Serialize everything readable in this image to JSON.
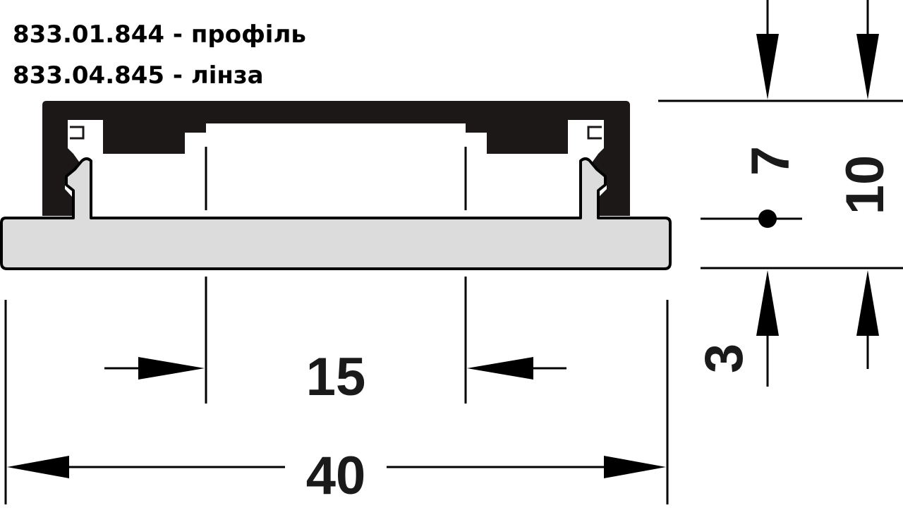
{
  "captions": {
    "profile": "833.01.844 - профіль",
    "lens": "833.04.845 - лінза"
  },
  "dimensions": {
    "inner_width": "15",
    "total_width": "40",
    "total_height": "10",
    "profile_height": "7",
    "lens_height": "3"
  },
  "colors": {
    "profile": "#1c1818",
    "lens": "#dcdcdc",
    "line": "#000000"
  }
}
